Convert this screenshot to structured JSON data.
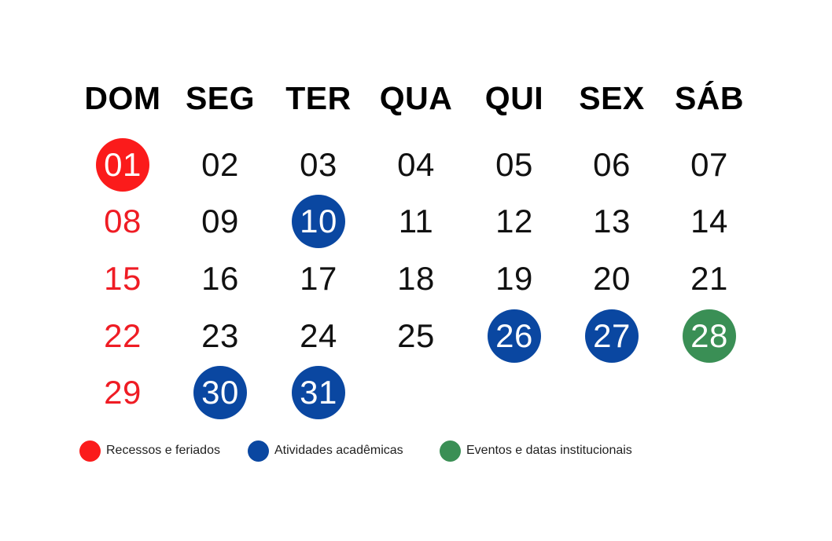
{
  "colors": {
    "holiday": "#fb1b1b",
    "academic": "#0a47a1",
    "institutional": "#3a8f55",
    "sunday_text": "#ef1c24"
  },
  "weekdays": [
    "DOM",
    "SEG",
    "TER",
    "QUA",
    "QUI",
    "SEX",
    "SÁB"
  ],
  "weeks": [
    [
      {
        "day": "01",
        "mark": "holiday"
      },
      {
        "day": "02"
      },
      {
        "day": "03"
      },
      {
        "day": "04"
      },
      {
        "day": "05"
      },
      {
        "day": "06"
      },
      {
        "day": "07"
      }
    ],
    [
      {
        "day": "08"
      },
      {
        "day": "09"
      },
      {
        "day": "10",
        "mark": "academic"
      },
      {
        "day": "11"
      },
      {
        "day": "12"
      },
      {
        "day": "13"
      },
      {
        "day": "14"
      }
    ],
    [
      {
        "day": "15"
      },
      {
        "day": "16"
      },
      {
        "day": "17"
      },
      {
        "day": "18"
      },
      {
        "day": "19"
      },
      {
        "day": "20"
      },
      {
        "day": "21"
      }
    ],
    [
      {
        "day": "22"
      },
      {
        "day": "23"
      },
      {
        "day": "24"
      },
      {
        "day": "25"
      },
      {
        "day": "26",
        "mark": "academic"
      },
      {
        "day": "27",
        "mark": "academic"
      },
      {
        "day": "28",
        "mark": "institutional"
      }
    ],
    [
      {
        "day": "29"
      },
      {
        "day": "30",
        "mark": "academic"
      },
      {
        "day": "31",
        "mark": "academic"
      }
    ]
  ],
  "legend": [
    {
      "key": "holiday",
      "label": "Recessos e feriados"
    },
    {
      "key": "academic",
      "label": "Atividades acadêmicas"
    },
    {
      "key": "institutional",
      "label": "Eventos e datas institucionais"
    }
  ]
}
